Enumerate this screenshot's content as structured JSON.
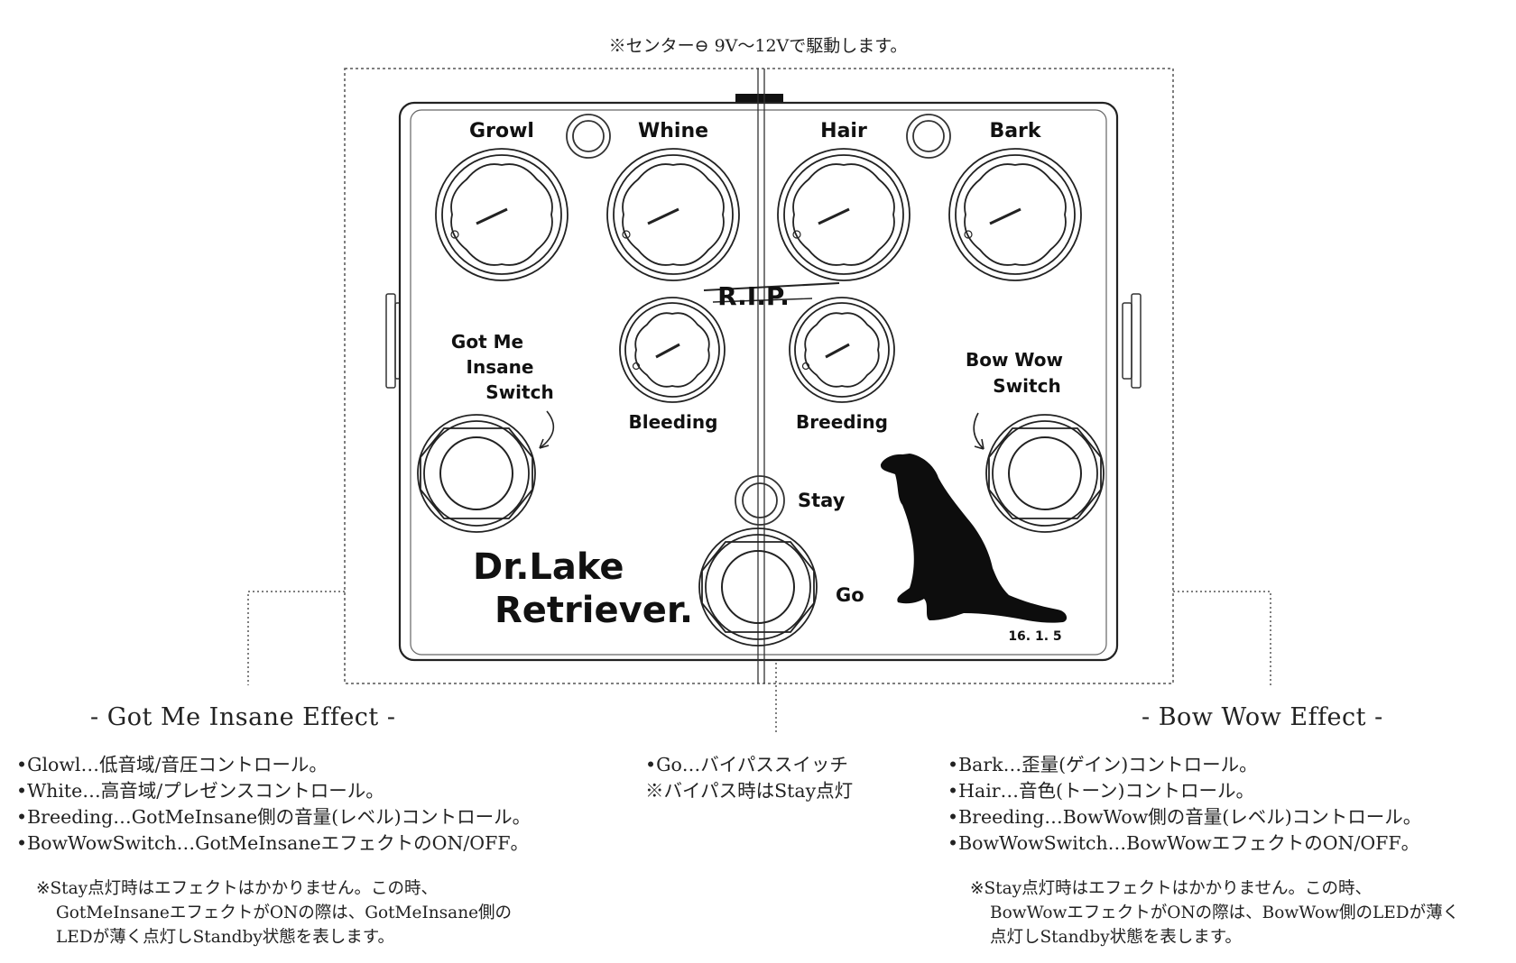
{
  "top_note": "※センター⊖ 9V〜12Vで駆動します。",
  "pedal": {
    "knob_labels": {
      "growl": "Growl",
      "whine": "Whine",
      "hair": "Hair",
      "bark": "Bark",
      "bleeding": "Bleeding",
      "breeding": "Breeding"
    },
    "rip": "R.I.P.",
    "left_switch_label": [
      "Got Me",
      "Insane",
      "Switch"
    ],
    "right_switch_label": [
      "Bow Wow",
      "Switch"
    ],
    "stay_label": "Stay",
    "go_label": "Go",
    "brand": [
      "Dr.Lake",
      "Retriever."
    ],
    "date": "16. 1. 5"
  },
  "left_section": {
    "title": "- Got Me Insane Effect -",
    "items": [
      "•Glowl…低音域/音圧コントロール。",
      "•White…高音域/プレゼンスコントロール。",
      "•Breeding…GotMeInsane側の音量(レベル)コントロール。",
      "•BowWowSwitch…GotMeInsaneエフェクトのON/OFF。"
    ],
    "note": [
      "※Stay点灯時はエフェクトはかかりません。この時、",
      "GotMeInsaneエフェクトがONの際は、GotMeInsane側の",
      "LEDが薄く点灯しStandby状態を表します。"
    ]
  },
  "center_section": {
    "items": [
      "•Go…バイパススイッチ",
      "※バイパス時はStay点灯"
    ]
  },
  "right_section": {
    "title": "- Bow Wow Effect -",
    "items": [
      "•Bark…歪量(ゲイン)コントロール。",
      "•Hair…音色(トーン)コントロール。",
      "•Breeding…BowWow側の音量(レベル)コントロール。",
      "•BowWowSwitch…BowWowエフェクトのON/OFF。"
    ],
    "note": [
      "※Stay点灯時はエフェクトはかかりません。この時、",
      "BowWowエフェクトがONの際は、BowWow側のLEDが薄く",
      "点灯しStandby状態を表します。"
    ]
  }
}
